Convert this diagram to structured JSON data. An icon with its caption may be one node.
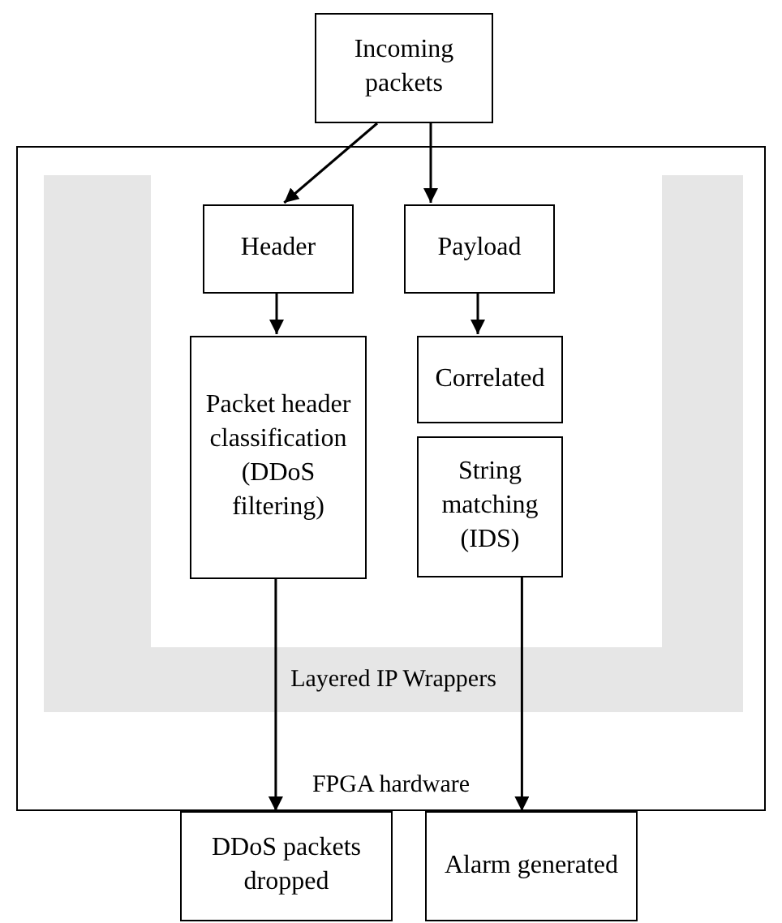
{
  "diagram": {
    "nodes": [
      {
        "text": [
          "Incoming packets"
        ]
      },
      {
        "text": [
          "FPGA hardware"
        ]
      },
      {
        "text": [
          "Layered IP Wrappers"
        ],
        "in": 1
      },
      {
        "text": [
          "Header"
        ],
        "in": 2
      },
      {
        "text": [
          "Payload"
        ],
        "in": 2
      },
      {
        "text": [
          "Packet header classification (DDoS filtering)"
        ],
        "in": 2
      },
      {
        "text": [
          "Correlated"
        ],
        "in": 2
      },
      {
        "text": [
          "String matching (IDS)"
        ],
        "in": 2
      },
      {
        "text": [
          "DDoS packets dropped"
        ]
      },
      {
        "text": [
          "Alarm generated"
        ]
      }
    ],
    "edges": [
      {
        "from": 0,
        "to": 3,
        "arrow": "to"
      },
      {
        "from": 0,
        "to": 4,
        "arrow": "to"
      },
      {
        "from": 3,
        "to": 5,
        "arrow": "to"
      },
      {
        "from": 4,
        "to": 6,
        "arrow": "to"
      },
      {
        "from": 5,
        "to": 8,
        "arrow": "to"
      },
      {
        "from": 7,
        "to": 9,
        "arrow": "to"
      }
    ]
  }
}
